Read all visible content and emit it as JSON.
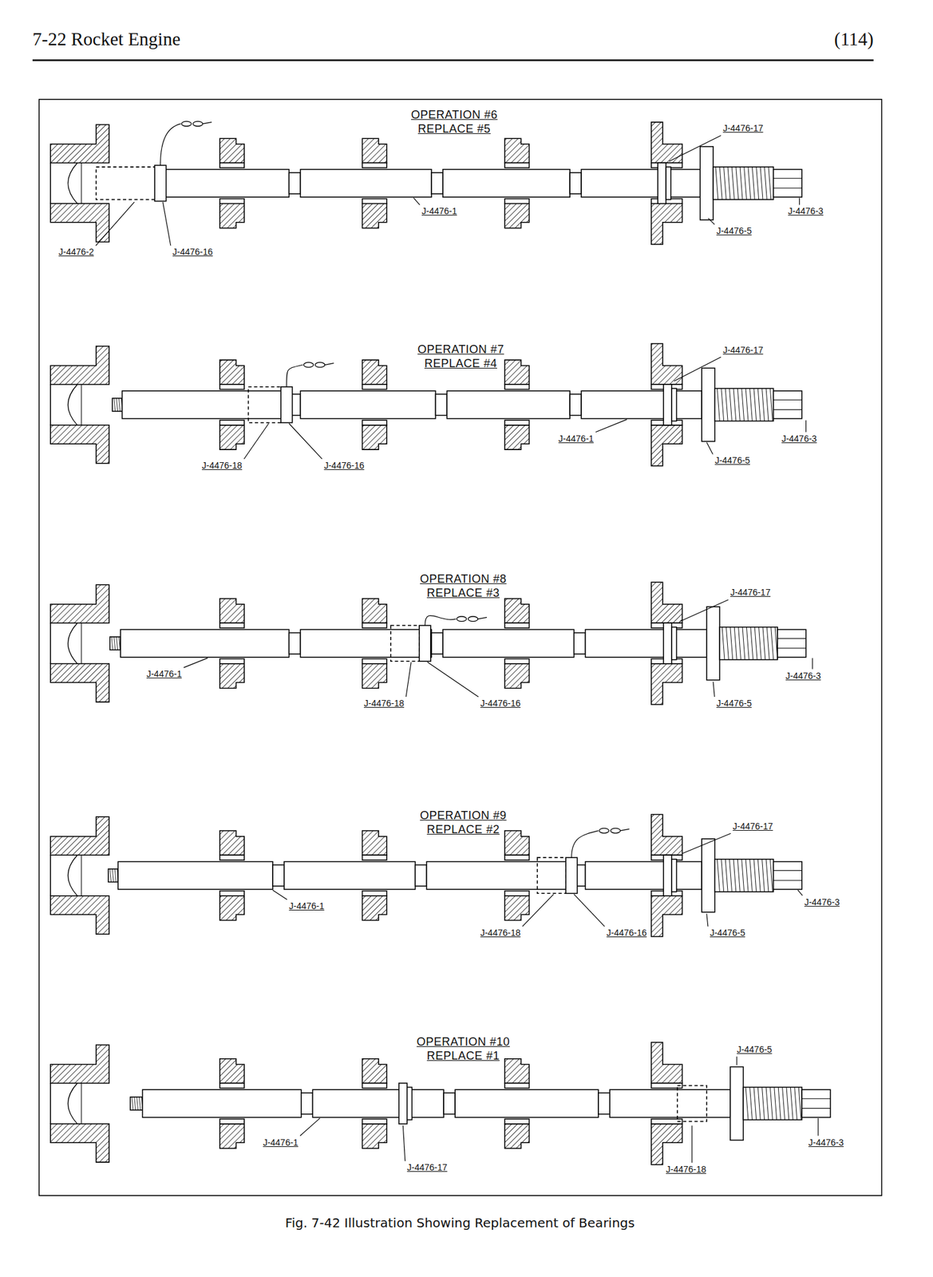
{
  "diagram": {
    "caption": "Fig. 7-42 Illustration Showing Replacement of Bearings",
    "labels": [
      "7-22 Rocket Engine",
      "(114)",
      "OPERATION #6",
      "REPLACE #5",
      "J-4476-17",
      "J-4476-1",
      "J-4476-3",
      "J-4476-5",
      "J-4476-2",
      "J-4476-16",
      "OPERATION #7",
      "REPLACE #4",
      "J-4476-17",
      "J-4476-1",
      "J-4476-3",
      "J-4476-5",
      "J-4476-18",
      "J-4476-16",
      "OPERATION #8",
      "REPLACE #3",
      "J-4476-17",
      "J-4476-1",
      "J-4476-3",
      "J-4476-5",
      "J-4476-18",
      "J-4476-16",
      "OPERATION #9",
      "REPLACE #2",
      "J-4476-17",
      "J-4476-1",
      "J-4476-3",
      "J-4476-5",
      "J-4476-18",
      "J-4476-16",
      "OPERATION #10",
      "REPLACE #1",
      "J-4476-5",
      "J-4476-1",
      "J-4476-3",
      "J-4476-17",
      "J-4476-18"
    ]
  }
}
